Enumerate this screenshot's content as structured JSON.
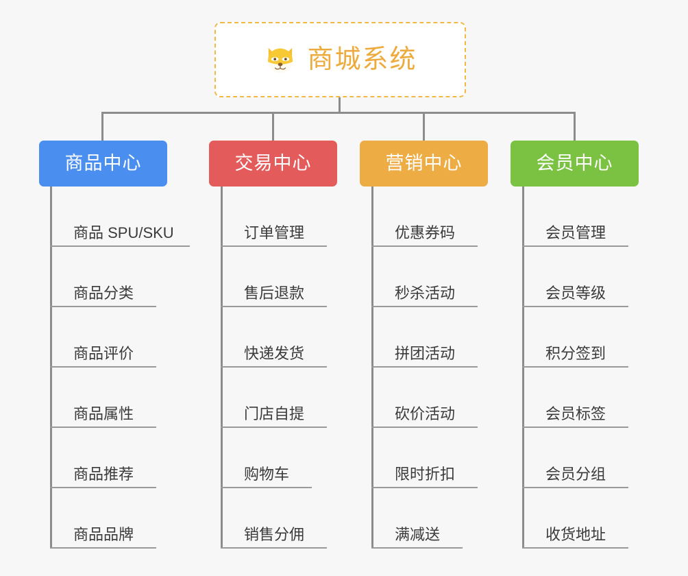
{
  "page": {
    "background": "#f7f7f7",
    "connector_color": "#8c8c8c"
  },
  "root": {
    "title": "商城系统",
    "icon": "shiba-dog-icon",
    "text_color": "#eeab3d",
    "border_color": "#f2b843",
    "fill_color": "#ffffff"
  },
  "columns": [
    {
      "label": "商品中心",
      "color": "#4a8ef0",
      "items": [
        "商品 SPU/SKU",
        "商品分类",
        "商品评价",
        "商品属性",
        "商品推荐",
        "商品品牌"
      ]
    },
    {
      "label": "交易中心",
      "color": "#e35b5b",
      "items": [
        "订单管理",
        "售后退款",
        "快递发货",
        "门店自提",
        "购物车",
        "销售分佣"
      ]
    },
    {
      "label": "营销中心",
      "color": "#edac44",
      "items": [
        "优惠券码",
        "秒杀活动",
        "拼团活动",
        "砍价活动",
        "限时折扣",
        "满减送"
      ]
    },
    {
      "label": "会员中心",
      "color": "#7bc142",
      "items": [
        "会员管理",
        "会员等级",
        "积分签到",
        "会员标签",
        "会员分组",
        "收货地址"
      ]
    }
  ]
}
